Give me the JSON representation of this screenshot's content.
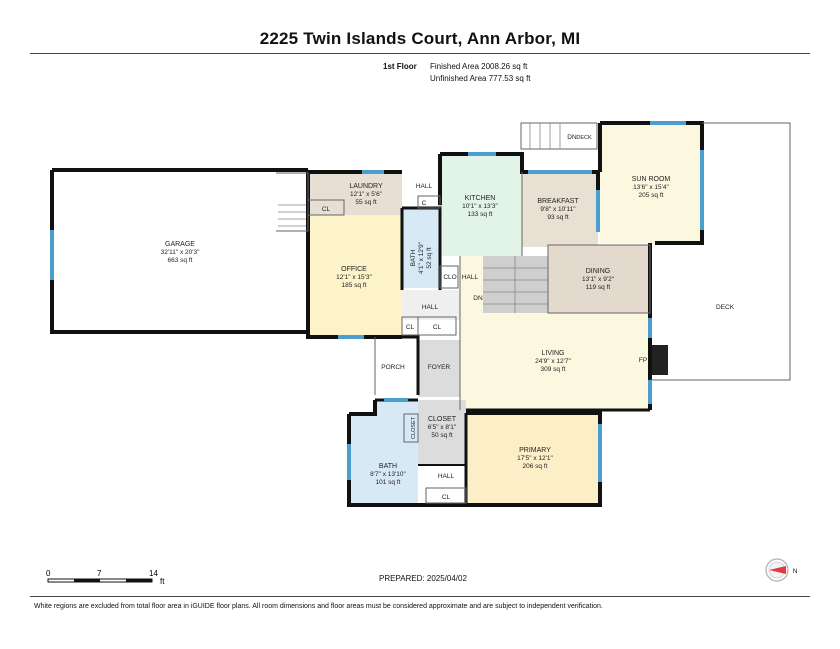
{
  "header": {
    "title": "2225 Twin Islands Court, Ann Arbor, MI",
    "floor": "1st Floor",
    "finished_area": "Finished Area 2008.26 sq ft",
    "unfinished_area": "Unfinished Area 777.53 sq ft"
  },
  "rooms": {
    "garage": {
      "name": "GARAGE",
      "dims": "32'11\" x 20'3\"",
      "area": "663 sq ft"
    },
    "laundry": {
      "name": "LAUNDRY",
      "dims": "12'1\" x 5'6\"",
      "area": "55 sq ft"
    },
    "office": {
      "name": "OFFICE",
      "dims": "12'1\" x 15'3\"",
      "area": "185 sq ft"
    },
    "bath_small": {
      "name": "BATH",
      "dims": "4'1\" x 12'9\"",
      "area": "52 sq ft"
    },
    "kitchen": {
      "name": "KITCHEN",
      "dims": "10'1\" x 13'3\"",
      "area": "133 sq ft"
    },
    "breakfast": {
      "name": "BREAKFAST",
      "dims": "9'8\" x 10'11\"",
      "area": "93 sq ft"
    },
    "sunroom": {
      "name": "SUN ROOM",
      "dims": "13'6\" x 15'4\"",
      "area": "205 sq ft"
    },
    "dining": {
      "name": "DINING",
      "dims": "13'1\" x 9'2\"",
      "area": "119 sq ft"
    },
    "living": {
      "name": "LIVING",
      "dims": "24'9\" x 12'7\"",
      "area": "309 sq ft"
    },
    "closet": {
      "name": "CLOSET",
      "dims": "6'5\" x 8'1\"",
      "area": "50 sq ft"
    },
    "bath_large": {
      "name": "BATH",
      "dims": "8'7\" x 13'10\"",
      "area": "101 sq ft"
    },
    "primary": {
      "name": "PRIMARY",
      "dims": "17'5\" x 12'1\"",
      "area": "206 sq ft"
    }
  },
  "labels": {
    "hall": "HALL",
    "cl": "CL",
    "c": "C",
    "clo": "CLO",
    "closet_v": "CLOSET",
    "dn": "DN",
    "deck": "DECK",
    "porch": "PORCH",
    "foyer": "FOYER",
    "fp": "FP",
    "dn_deck": "DN"
  },
  "scale": {
    "t0": "0",
    "t1": "7",
    "t2": "14",
    "unit": "ft"
  },
  "prepared": "PREPARED: 2025/04/02",
  "compass_dir": "N",
  "footer": "White regions are excluded from total floor area in iGUIDE floor plans. All room dimensions and floor areas must be considered approximate and are subject to independent verification.",
  "colors": {
    "wall": "#111111",
    "window": "#4a9fcf",
    "kitchen": "#e2f3e8",
    "breakfast": "#e9e0d4",
    "sunroom": "#fcf7df",
    "office": "#fcf3c8",
    "bath": "#d8e9f6",
    "dining": "#e3d9cc",
    "living": "#fcf7df",
    "primary": "#fcefc8",
    "gray": "#dcdcdc",
    "laundry": "#e8dfd4",
    "compass": "#e33b3b"
  }
}
